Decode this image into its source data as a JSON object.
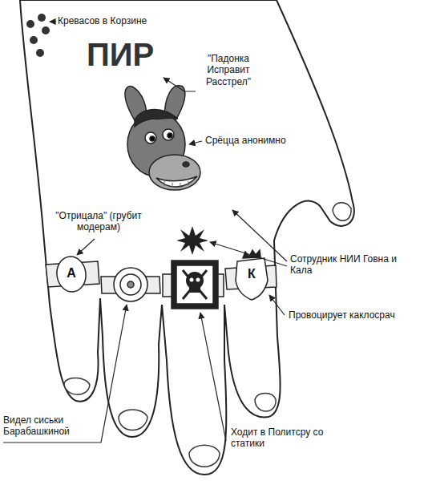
{
  "diagram": {
    "labels": [
      "Кревасов в Корзине",
      "ПИР",
      "\"Падонка Исправит Расстрел\"",
      "Срёцца анонимно",
      "\"Отрицала\" (грубит модерам)",
      "А",
      "К",
      "Сотрудник НИИ Говна и Кала",
      "Провоцирует каклосрач",
      "Видел сиськи Барабашкиной",
      "Ходит в Политсру со статики"
    ]
  }
}
